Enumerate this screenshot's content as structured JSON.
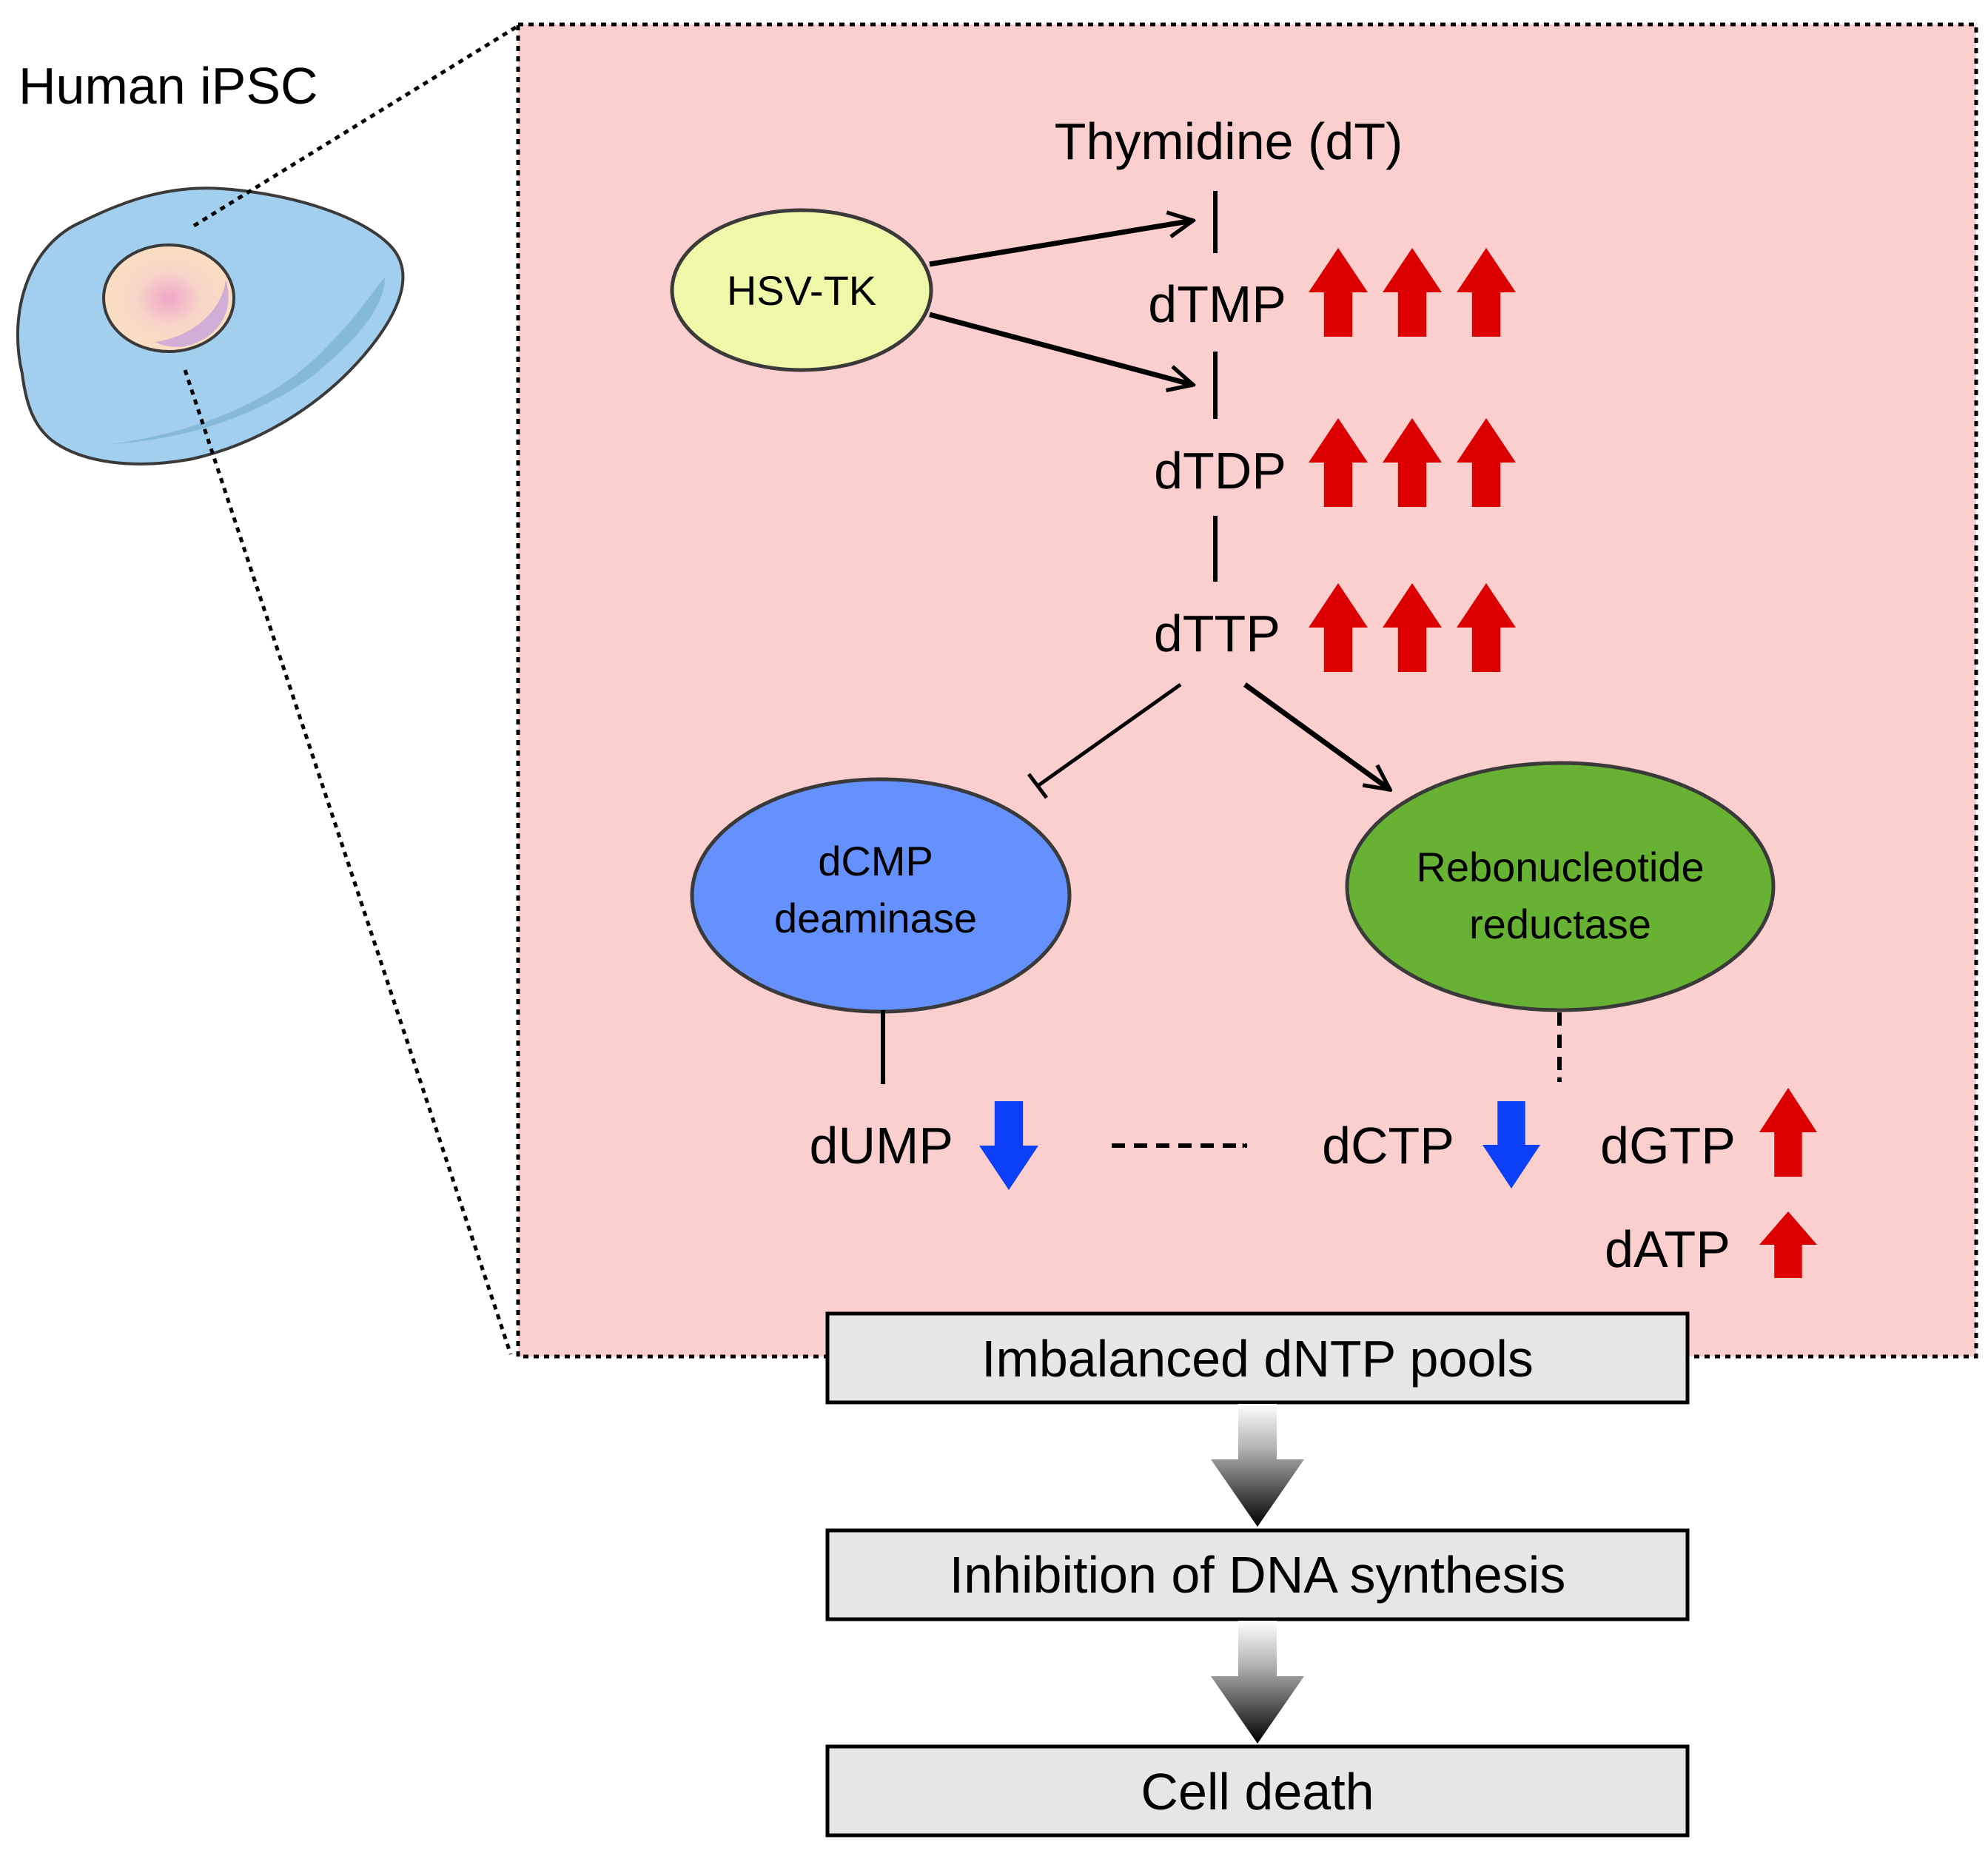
{
  "cell": {
    "label": "Human iPSC"
  },
  "pathway": {
    "thymidine": "Thymidine (dT)",
    "enzyme_hsvtk": "HSV-TK",
    "dtmp": "dTMP",
    "dtdp": "dTDP",
    "dttp": "dTTP",
    "dcmp_deaminase": [
      "dCMP",
      "deaminase"
    ],
    "ribonucleotide_reductase": [
      "Rebonucleotide",
      "reductase"
    ],
    "dump": "dUMP",
    "dctp": "dCTP",
    "dgtp": "dGTP",
    "datp": "dATP"
  },
  "outcomes": [
    "Imbalanced dNTP pools",
    "Inhibition of DNA synthesis",
    "Cell death"
  ],
  "levels": {
    "dtmp": {
      "direction": "up",
      "count": 3
    },
    "dtdp": {
      "direction": "up",
      "count": 3
    },
    "dttp": {
      "direction": "up",
      "count": 3
    },
    "dump": {
      "direction": "down",
      "count": 1
    },
    "dctp": {
      "direction": "down",
      "count": 1
    },
    "dgtp": {
      "direction": "up",
      "count": 1
    },
    "datp": {
      "direction": "up",
      "count": 1
    }
  },
  "colors": {
    "panel_fill": "#fccfcf",
    "cell_fill": "#a3cfef",
    "hsvtk_fill": "#eef8a8",
    "dcmp_deaminase_fill": "#6491fd",
    "reductase_fill": "#67b232",
    "increase_arrow": "#dd0000",
    "decrease_arrow": "#0b3ff8",
    "outcome_box_fill": "#e6e6e6"
  }
}
